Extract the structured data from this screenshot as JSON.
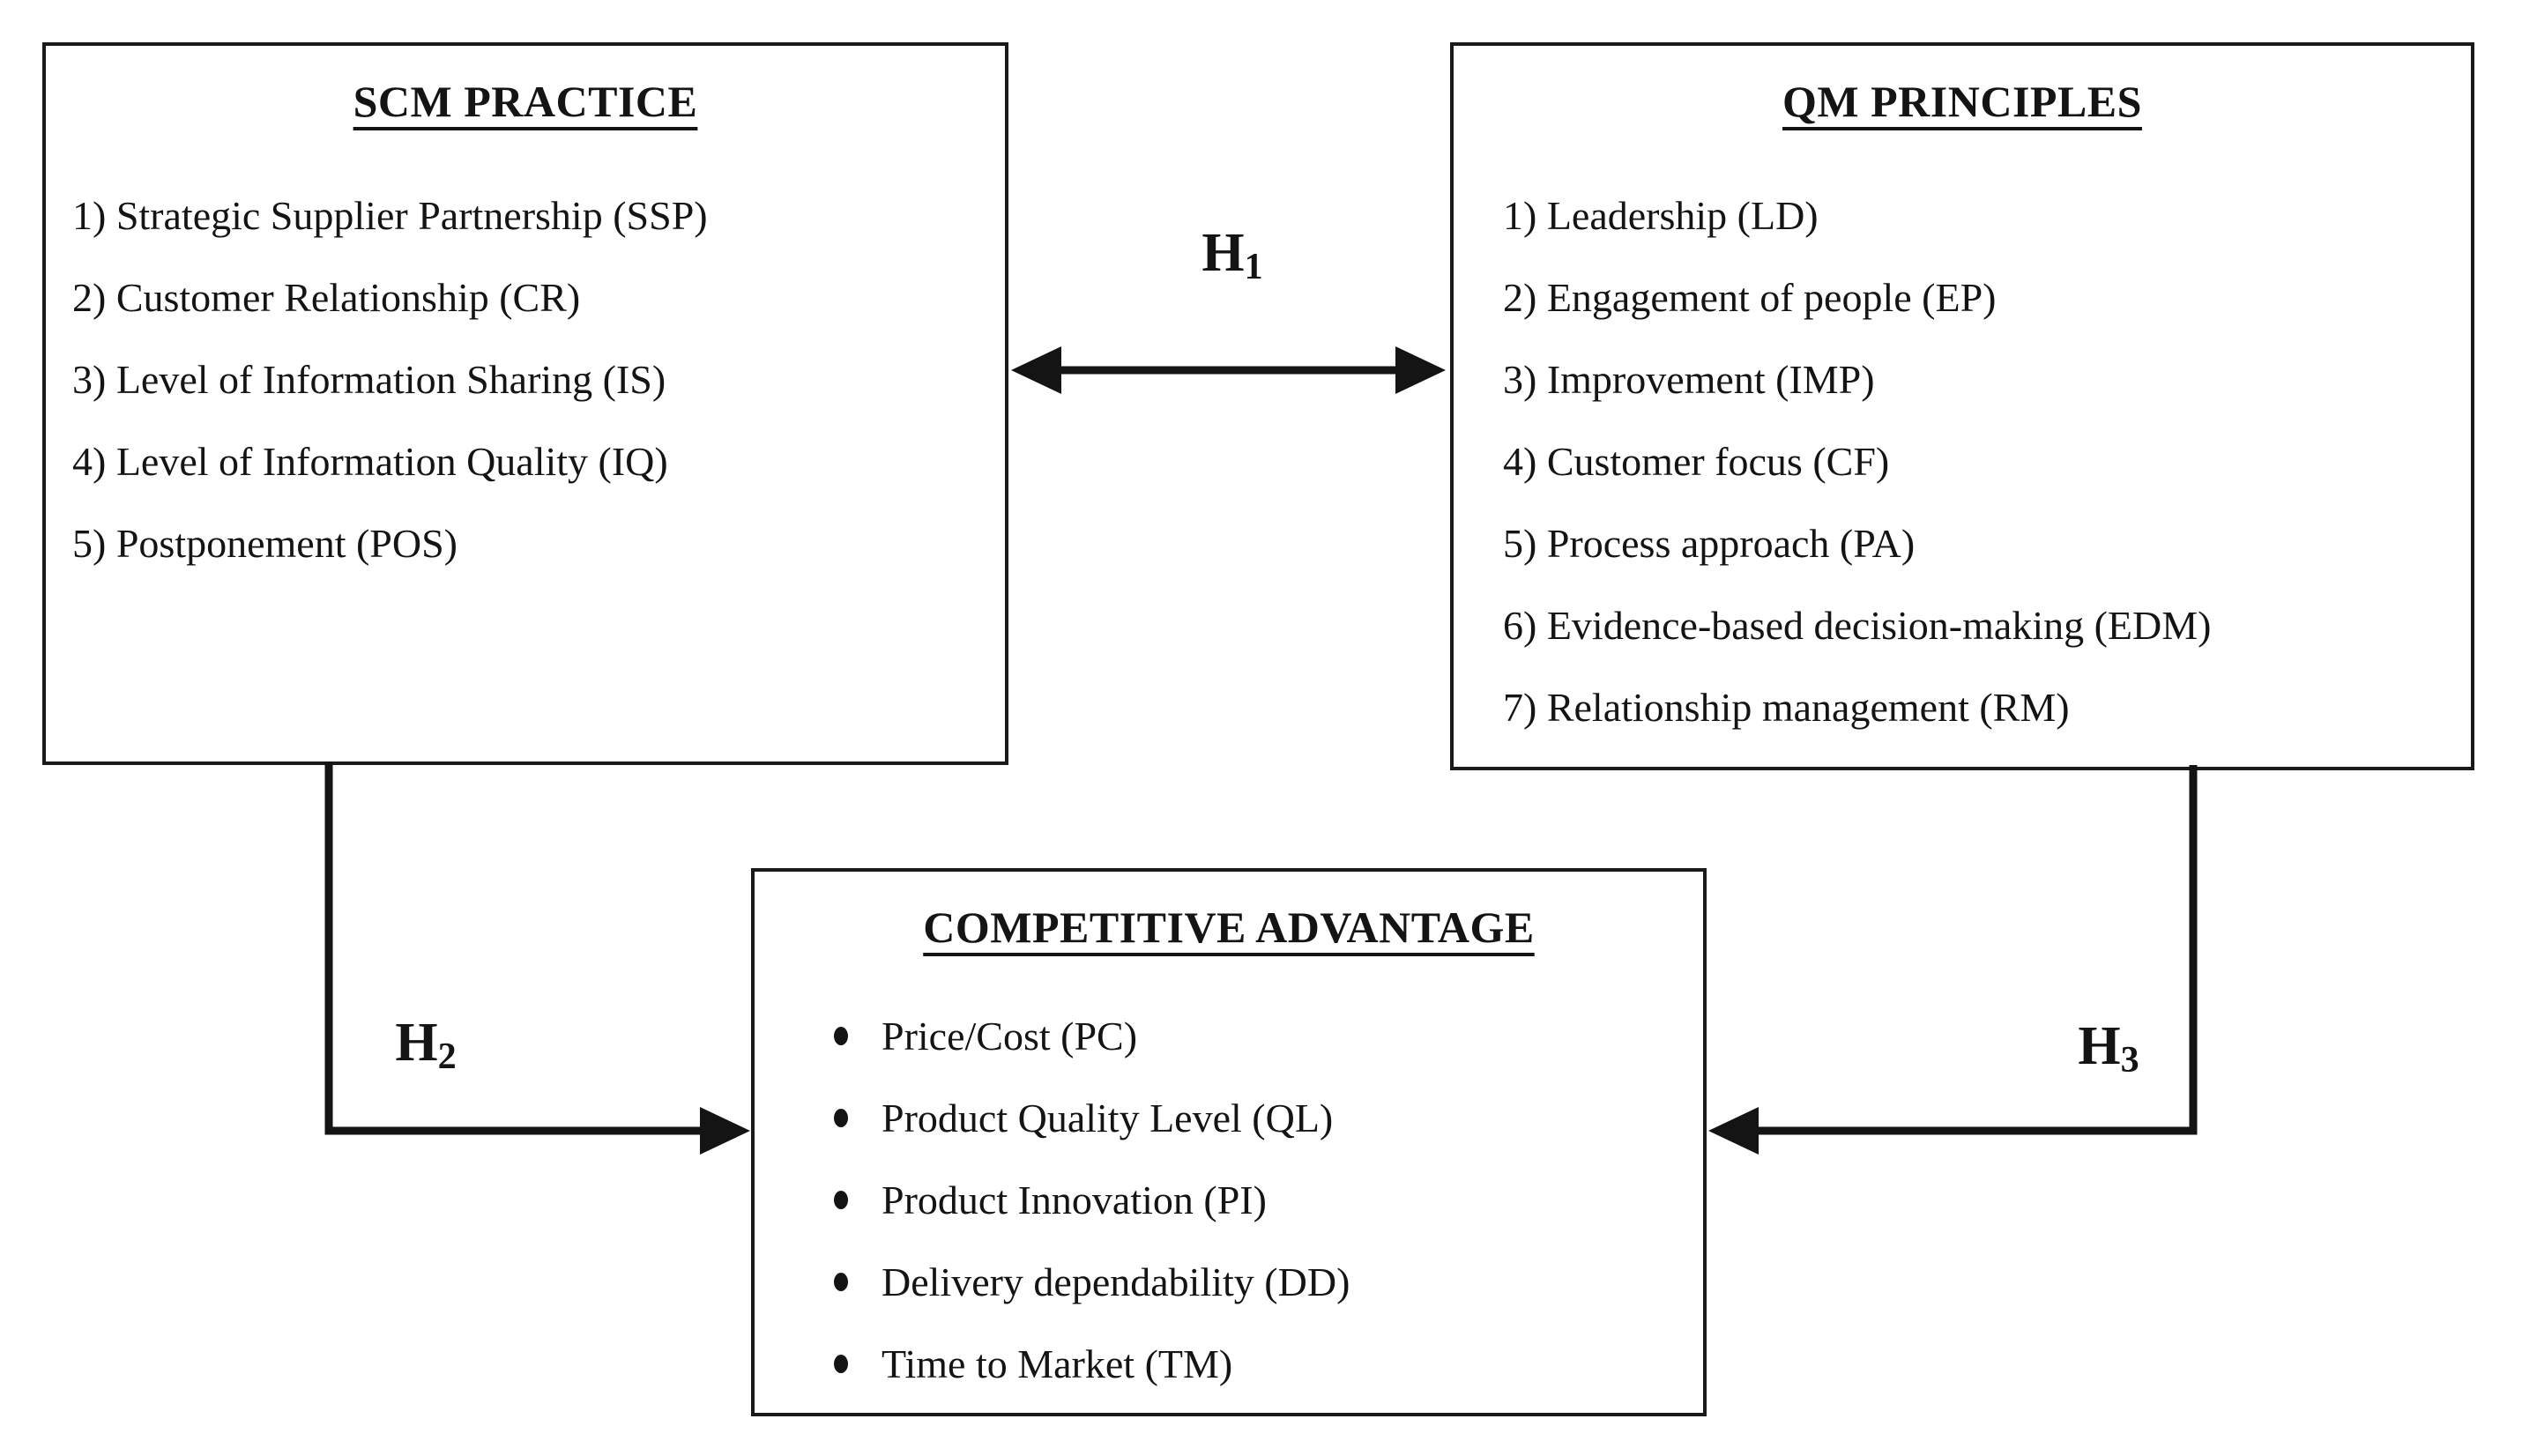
{
  "diagram": {
    "boxes": {
      "scm": {
        "title": "SCM PRACTICE",
        "items": [
          "1) Strategic Supplier Partnership (SSP)",
          "2) Customer Relationship (CR)",
          "3) Level of Information Sharing (IS)",
          "4) Level of Information Quality (IQ)",
          "5) Postponement (POS)"
        ]
      },
      "qm": {
        "title": "QM PRINCIPLES",
        "items": [
          "1) Leadership (LD)",
          "2) Engagement of people (EP)",
          "3) Improvement (IMP)",
          "4) Customer focus (CF)",
          "5) Process approach (PA)",
          "6) Evidence-based decision-making (EDM)",
          "7) Relationship management (RM)"
        ]
      },
      "ca": {
        "title": "COMPETITIVE ADVANTAGE",
        "items": [
          "Price/Cost (PC)",
          "Product Quality Level (QL)",
          "Product Innovation (PI)",
          "Delivery dependability (DD)",
          "Time to Market (TM)"
        ]
      }
    },
    "hypotheses": {
      "h1": {
        "base": "H",
        "sub": "1"
      },
      "h2": {
        "base": "H",
        "sub": "2"
      },
      "h3": {
        "base": "H",
        "sub": "3"
      }
    },
    "colors": {
      "ink": "#141414",
      "background": "#ffffff"
    }
  }
}
